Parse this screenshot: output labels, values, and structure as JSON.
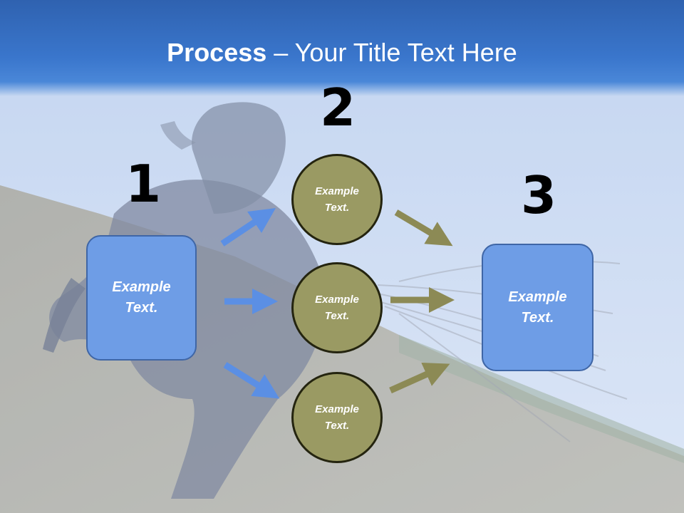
{
  "title": {
    "bold": "Process",
    "rest": " – Your Title Text Here"
  },
  "numbers": {
    "n1": "1",
    "n2": "2",
    "n3": "3"
  },
  "left_box": {
    "text_line1": "Example",
    "text_line2": "Text."
  },
  "right_box": {
    "text_line1": "Example",
    "text_line2": "Text."
  },
  "circles": [
    {
      "text_line1": "Example",
      "text_line2": "Text."
    },
    {
      "text_line1": "Example",
      "text_line2": "Text."
    },
    {
      "text_line1": "Example",
      "text_line2": "Text."
    }
  ],
  "colors": {
    "box_fill": "#6e9de6",
    "circle_fill": "#9a9a63",
    "blue_arrow": "#5b8fe4",
    "olive_arrow": "#8c8a55",
    "title_band": "#3a76cc"
  },
  "background_image": "horse-rider-on-hillside-photo"
}
